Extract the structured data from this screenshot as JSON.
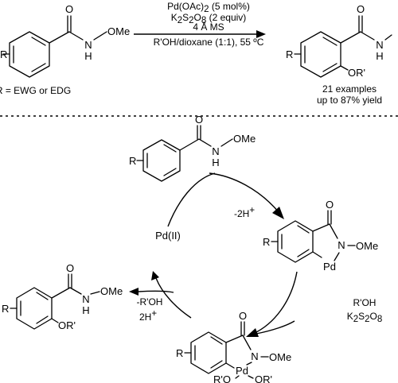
{
  "reaction": {
    "catalyst": "Pd(OAc)",
    "catalyst_sub": "2",
    "catalyst_loading": " (5 mol%)",
    "oxidant_a": "K",
    "oxidant_sub1": "2",
    "oxidant_b": "S",
    "oxidant_sub2": "2",
    "oxidant_c": "O",
    "oxidant_sub3": "8",
    "oxidant_equiv": " (2 equiv)",
    "additive": "4 Å MS",
    "solvent_temp": "R'OH/dioxane (1:1), 55 ºC",
    "r_scope": "R = EWG or EDG",
    "examples": "21 examples",
    "yield": "up to 87% yield"
  },
  "atom_labels": {
    "O": "O",
    "N": "N",
    "H": "H",
    "OMe": "OMe",
    "R": "R",
    "ORp": "OR'",
    "Pd": "Pd",
    "RpO": "R'O"
  },
  "cycle": {
    "pd2": "Pd(II)",
    "step1": "-2H",
    "step1_sup": "+",
    "reagent1": "R'OH",
    "reagent2a": "K",
    "reagent2_sub1": "2",
    "reagent2b": "S",
    "reagent2_sub2": "2",
    "reagent2c": "O",
    "reagent2_sub3": "8",
    "release": "-R'OH",
    "protons": "2H",
    "protons_sup": "+"
  }
}
